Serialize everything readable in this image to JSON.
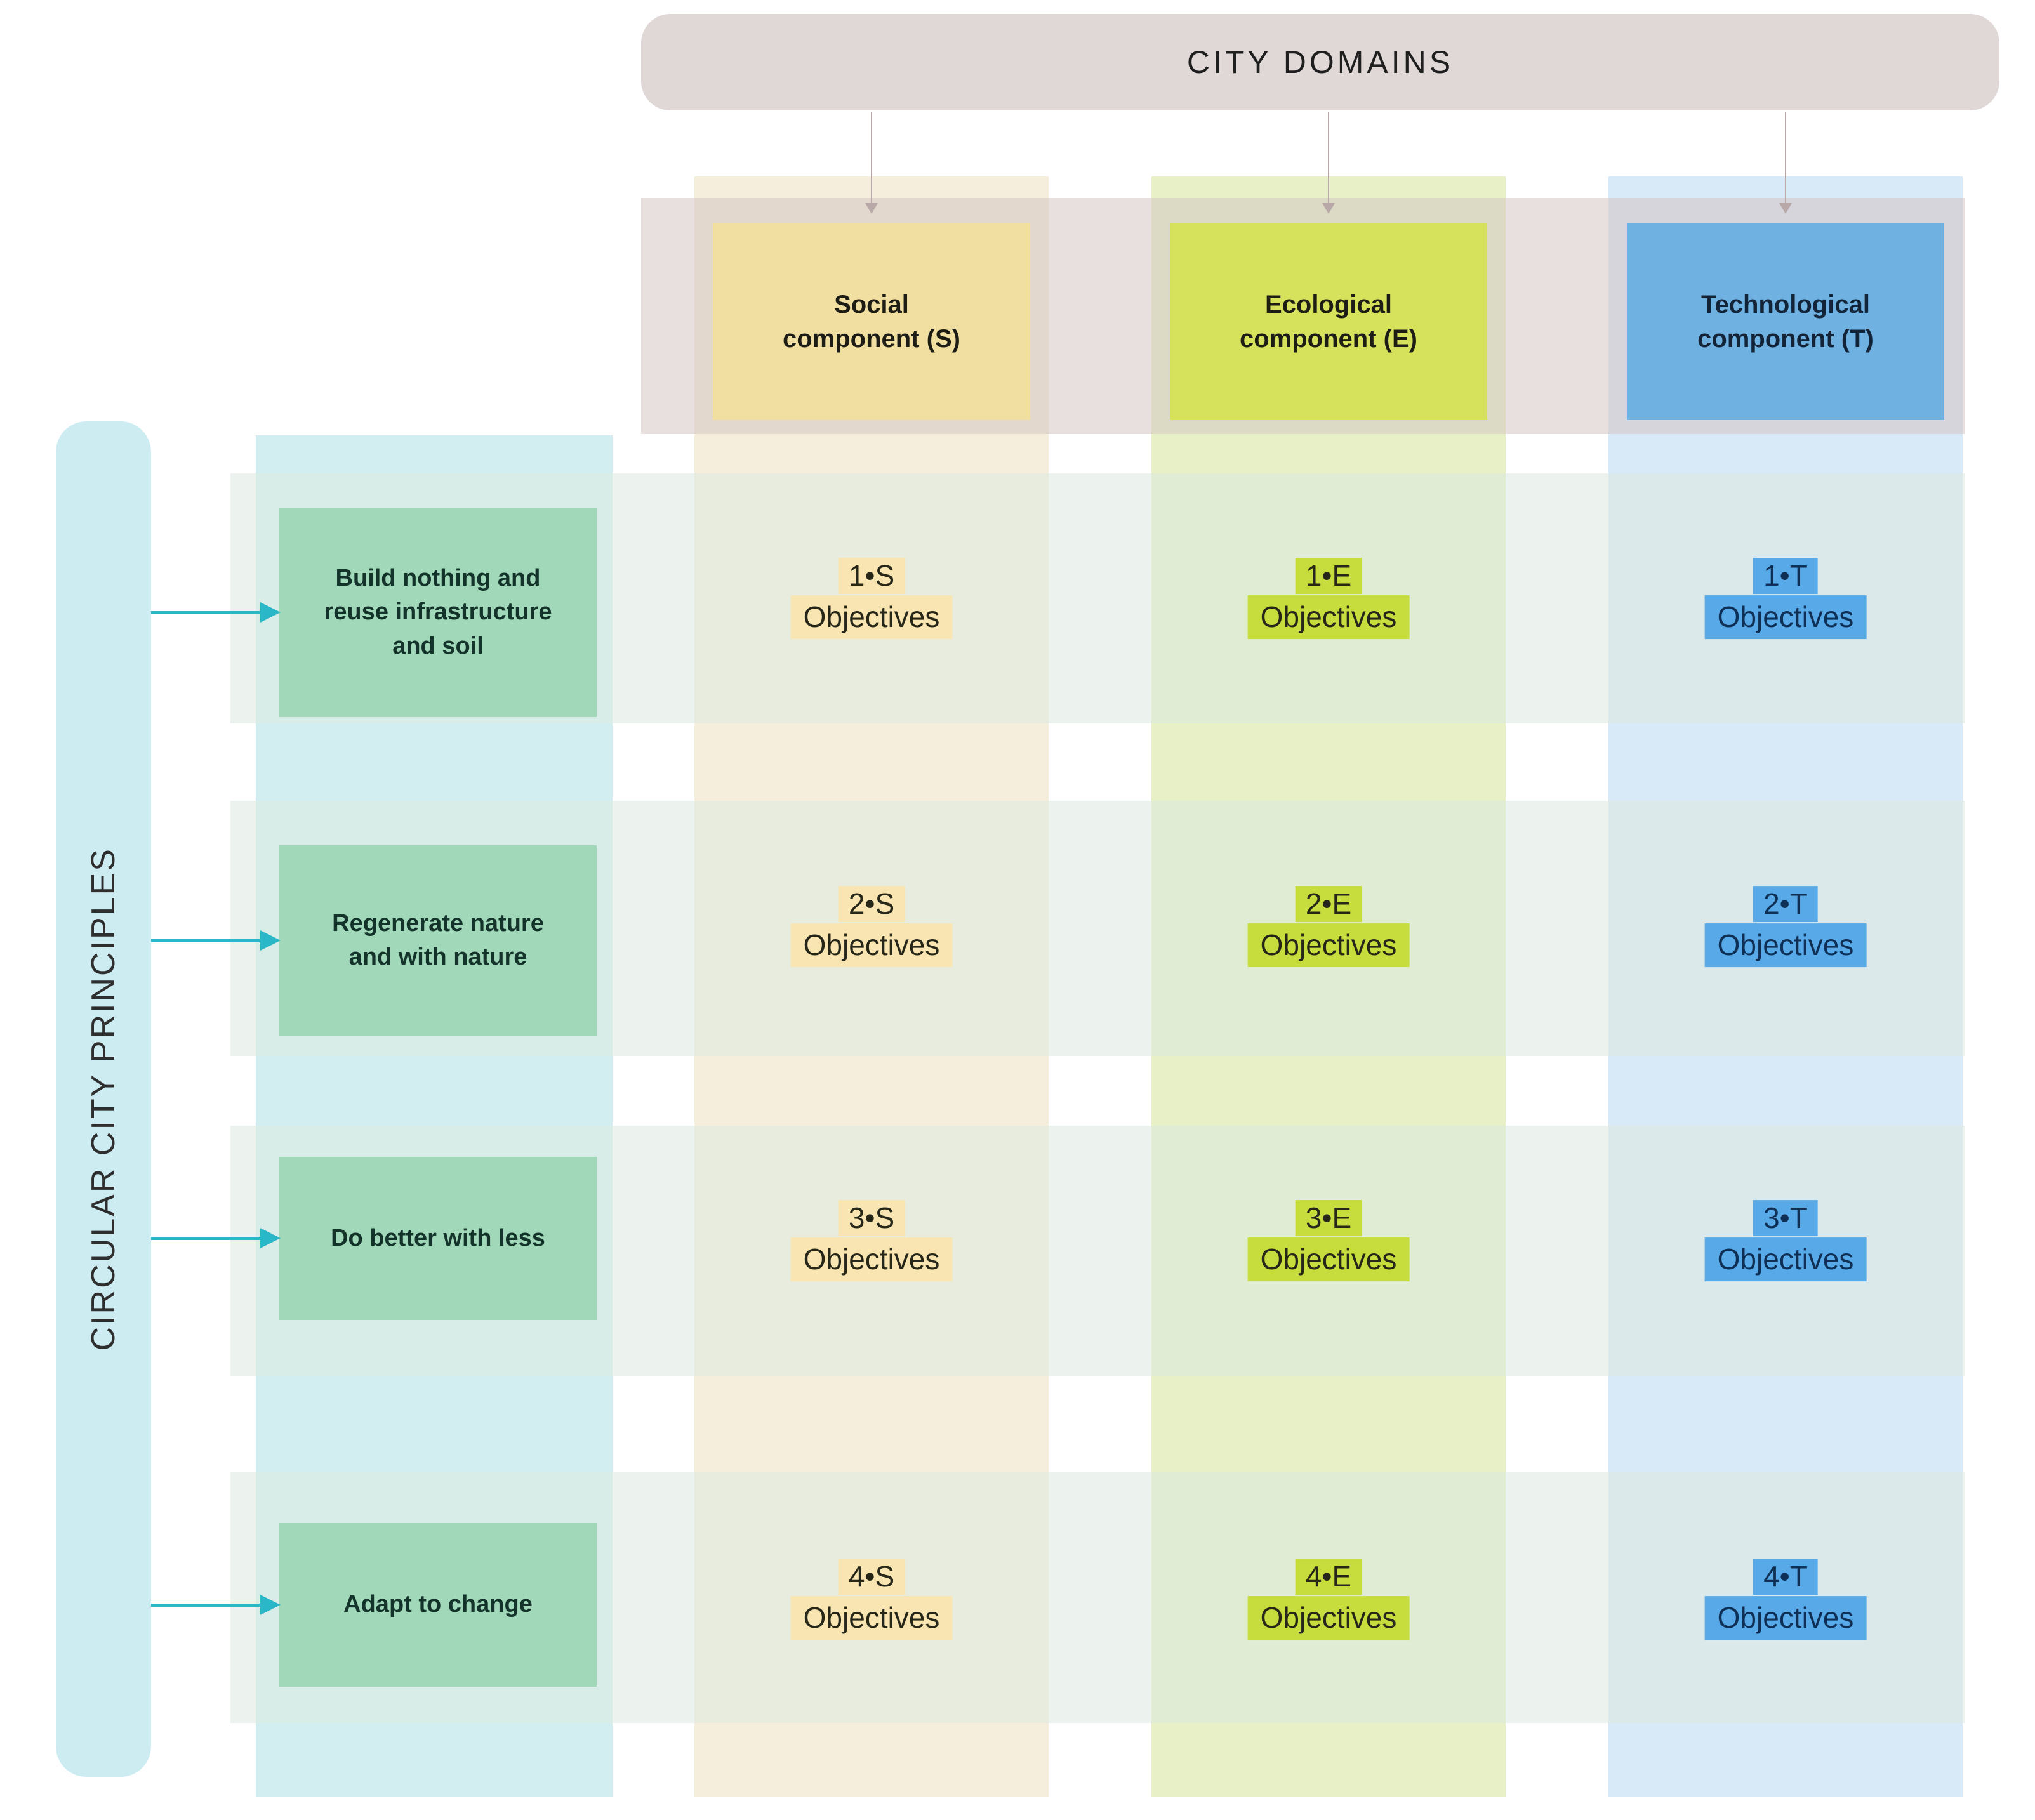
{
  "title": "CITY DOMAINS",
  "left_axis_title": "CIRCULAR CITY PRINCIPLES",
  "columns": [
    {
      "key": "S",
      "name": "social",
      "label": "Social\ncomponent (S)",
      "header_color": "#f1dfa2",
      "header_text_color": "#1d1d16",
      "tint_color": "#f5eedc",
      "highlight_color": "#f8e5b1",
      "cell_text_color": "#262619"
    },
    {
      "key": "E",
      "name": "ecological",
      "label": "Ecological\ncomponent (E)",
      "header_color": "#d6e15c",
      "header_text_color": "#1d1d16",
      "tint_color": "#e7f0c6",
      "highlight_color": "#c6dd3d",
      "cell_text_color": "#262619"
    },
    {
      "key": "T",
      "name": "technological",
      "label": "Technological\ncomponent (T)",
      "header_color": "#6fb2e2",
      "header_text_color": "#132438",
      "tint_color": "#d8e9f7",
      "highlight_color": "#58a9e8",
      "cell_text_color": "#0f2f55"
    }
  ],
  "principles": [
    {
      "num": "1",
      "label": "Build nothing and\nreuse infrastructure\nand soil"
    },
    {
      "num": "2",
      "label": "Regenerate nature\nand with nature"
    },
    {
      "num": "3",
      "label": "Do better with less"
    },
    {
      "num": "4",
      "label": "Adapt to change"
    }
  ],
  "cells": [
    {
      "row": 1,
      "col": "S",
      "code": "1•S",
      "caption": "Objectives"
    },
    {
      "row": 1,
      "col": "E",
      "code": "1•E",
      "caption": "Objectives"
    },
    {
      "row": 1,
      "col": "T",
      "code": "1•T",
      "caption": "Objectives"
    },
    {
      "row": 2,
      "col": "S",
      "code": "2•S",
      "caption": "Objectives"
    },
    {
      "row": 2,
      "col": "E",
      "code": "2•E",
      "caption": "Objectives"
    },
    {
      "row": 2,
      "col": "T",
      "code": "2•T",
      "caption": "Objectives"
    },
    {
      "row": 3,
      "col": "S",
      "code": "3•S",
      "caption": "Objectives"
    },
    {
      "row": 3,
      "col": "E",
      "code": "3•E",
      "caption": "Objectives"
    },
    {
      "row": 3,
      "col": "T",
      "code": "3•T",
      "caption": "Objectives"
    },
    {
      "row": 4,
      "col": "S",
      "code": "4•S",
      "caption": "Objectives"
    },
    {
      "row": 4,
      "col": "E",
      "code": "4•E",
      "caption": "Objectives"
    },
    {
      "row": 4,
      "col": "T",
      "code": "4•T",
      "caption": "Objectives"
    }
  ],
  "colors": {
    "page_background": "#ffffff",
    "domains_header": "#e0d7d7",
    "domains_header_text": "#1f1f1f",
    "domains_band": "#d2c4c2",
    "down_arrow": "#b9a8a8",
    "principles_bar": "#cdecf2",
    "principles_bar_text": "#2e2e2e",
    "principles_band": "#d2eef1",
    "principle_box": "#a1d8b9",
    "principle_box_text": "#14332a",
    "principle_arrow": "#2ab7c8",
    "row_band": "#dee9e0"
  }
}
